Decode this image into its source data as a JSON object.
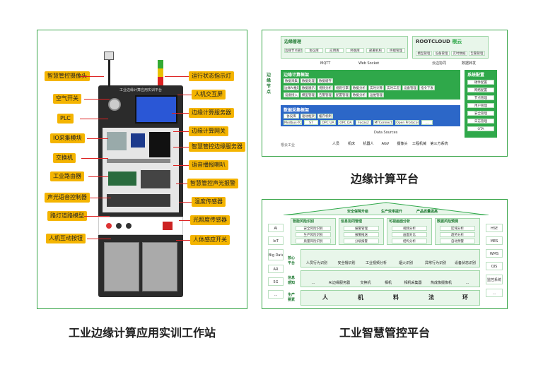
{
  "left": {
    "caption": "工业边缘计算应用实训工作站",
    "cabinet_title": "工业边缘计算应用实训平台",
    "callouts_left": [
      "智慧管控摄像头",
      "空气开关",
      "PLC",
      "IO采集模块",
      "交换机",
      "工业路由器",
      "声光语音控制器",
      "路灯道路模型",
      "人机互动按钮"
    ],
    "callouts_right": [
      "运行状态指示灯",
      "人机交互屏",
      "边缘计算服务器",
      "边缘计算网关",
      "智慧管控边缘服务器",
      "语音播报喇叭",
      "智慧管控声光报警",
      "温度传感器",
      "光照度传感器",
      "人体感应开关"
    ]
  },
  "top_right": {
    "caption": "边缘计算平台",
    "edge_mgmt_title": "边缘管理",
    "edge_mgmt_items": [
      "边缘节点管理",
      "协议库",
      "应用库",
      "终端库",
      "部署机构",
      "终端管理"
    ],
    "rootcloud_brand": "ROOTCLOUD",
    "rootcloud_cn": "根云",
    "rootcloud_items": [
      "模型管理",
      "设备管理",
      "实时数据",
      "告警管理"
    ],
    "protocols": [
      "MQTT",
      "Web Socket",
      "云边协同",
      "数据转发"
    ],
    "side_label": "边缘节点",
    "edge_compute_title": "边缘计算框架",
    "edge_compute_rows": [
      [
        "数据采集",
        "数据处理",
        "数据缓存"
      ],
      [
        "边缘AI推理",
        "数据展示",
        "视频分析",
        "规则引擎",
        "数据分析",
        "实时计算",
        "实时工况",
        "设备管理",
        "指令下发"
      ],
      [
        "设备接入",
        "模型管理",
        "告警管理",
        "配置管理",
        "数据分析",
        "运维管理"
      ]
    ],
    "system_config_title": "系统配置",
    "system_config_items": [
      "硬件配置",
      "网络配置",
      "节点管理",
      "用户管理",
      "安全管理",
      "日志管理",
      "OTA"
    ],
    "acq_title": "数据采集框架",
    "acq_row1": [
      "协议库",
      "驱动框架",
      "缓存机制"
    ],
    "acq_row2": [
      "Modbus-TCP",
      "S7",
      "OPC UA",
      "OPC DA",
      "Focas2",
      "MTConnect",
      "Open Protocol",
      "..."
    ],
    "data_sources": "Data Sources",
    "source_icons": [
      "人员",
      "机床",
      "机器人",
      "AGV",
      "摄像头",
      "工程机械",
      "第三方系统"
    ],
    "footer_brand": "根云工业"
  },
  "bottom_right": {
    "caption": "工业智慧管控平台",
    "roof_items": [
      "安全保障升级",
      "生产效率提升",
      "产品质量提高"
    ],
    "left_tags": [
      "AI",
      "IoT",
      "Big Data",
      "AR",
      "5G",
      "..."
    ],
    "right_tags": [
      "HSE",
      "MES",
      "WMS",
      "QIS",
      "监控系统",
      "..."
    ],
    "top_groups": [
      {
        "title": "智能风险识别",
        "items": [
          "安全风险识别",
          "生产风险识别",
          "质量风险识别"
        ]
      },
      {
        "title": "信息协同管理",
        "items": [
          "报警管理",
          "报警推送",
          "分级报警"
        ]
      },
      {
        "title": "可视画面分析",
        "items": [
          "视频分析",
          "画面对比",
          "结构分析"
        ]
      },
      {
        "title": "数据风险预测",
        "items": [
          "区域分析",
          "趋势分析",
          "自动预警"
        ]
      }
    ],
    "layer_labels": [
      "核心平台",
      "信息感知",
      "生产要素"
    ],
    "core_icons": [
      "人员行为识别",
      "安全帽识别",
      "工业视频分析",
      "烟火识别",
      "异常行为识别",
      "设备状态识别"
    ],
    "sense_icons": [
      "...",
      "AI边缘服务器",
      "交换机",
      "相机",
      "相机采集器",
      "热成像摄像机",
      "..."
    ],
    "element_icons": [
      "人",
      "机",
      "料",
      "法",
      "环"
    ]
  }
}
